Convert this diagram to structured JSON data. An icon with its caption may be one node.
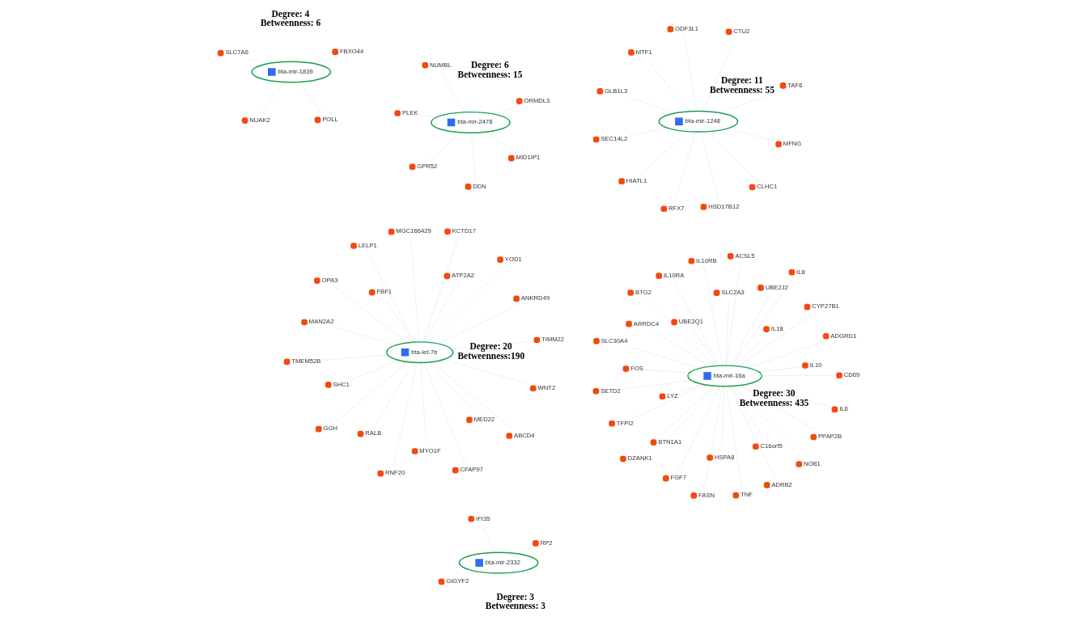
{
  "diagram": {
    "nodes": [
      {
        "text": [
          "bta-let-7b"
        ],
        "beside": [
          "Degree: 20",
          "Betweenness:190"
        ]
      },
      {
        "text": [
          "RNF20"
        ]
      },
      {
        "text": [
          "MGC166429"
        ]
      },
      {
        "text": [
          "ANKRD49"
        ]
      },
      {
        "text": [
          "FBF1"
        ]
      },
      {
        "text": [
          "GGH"
        ]
      },
      {
        "text": [
          "WNT2"
        ]
      },
      {
        "text": [
          "RALB"
        ]
      },
      {
        "text": [
          "CFAP97"
        ]
      },
      {
        "text": [
          "MYO1F"
        ]
      },
      {
        "text": [
          "TMEM52B"
        ]
      },
      {
        "text": [
          "TIMM22"
        ]
      },
      {
        "text": [
          "YOD1"
        ]
      },
      {
        "text": [
          "KCTD17"
        ]
      },
      {
        "text": [
          "MED22"
        ]
      },
      {
        "text": [
          "ABCD4"
        ]
      },
      {
        "text": [
          "OPA3"
        ]
      },
      {
        "text": [
          "MAN2A2"
        ]
      },
      {
        "text": [
          "LELP1"
        ]
      },
      {
        "text": [
          "ATP2A2"
        ]
      },
      {
        "text": [
          "SHC1"
        ]
      },
      {
        "text": [
          "bta-mir-16a"
        ],
        "beside": [
          "Degree: 30",
          "Betweenness: 435"
        ]
      },
      {
        "text": [
          "FASN"
        ]
      },
      {
        "text": [
          "IL10RA"
        ]
      },
      {
        "text": [
          "IL10"
        ]
      },
      {
        "text": [
          "FOS"
        ]
      },
      {
        "text": [
          "DZANK1"
        ]
      },
      {
        "text": [
          "PPAP2B"
        ]
      },
      {
        "text": [
          "FGF7"
        ]
      },
      {
        "text": [
          "ADRB2"
        ]
      },
      {
        "text": [
          "HSPA8"
        ]
      },
      {
        "text": [
          "SETD2"
        ]
      },
      {
        "text": [
          "CD69"
        ]
      },
      {
        "text": [
          "ADGRD1"
        ]
      },
      {
        "text": [
          "ACSL5"
        ]
      },
      {
        "text": [
          "C16orf5"
        ]
      },
      {
        "text": [
          "NOB1"
        ]
      },
      {
        "text": [
          "BTG2"
        ]
      },
      {
        "text": [
          "SLC30A4"
        ]
      },
      {
        "text": [
          "ARRDC4"
        ]
      },
      {
        "text": [
          "LYZ"
        ]
      },
      {
        "text": [
          "TFPI2"
        ]
      },
      {
        "text": [
          "UBE2J2"
        ]
      },
      {
        "text": [
          "IL8"
        ]
      },
      {
        "text": [
          "IL10RB"
        ]
      },
      {
        "text": [
          "TNF"
        ]
      },
      {
        "text": [
          "CYP27B1"
        ]
      },
      {
        "text": [
          "UBE2Q1"
        ]
      },
      {
        "text": [
          "BTN1A1"
        ]
      },
      {
        "text": [
          "IL6"
        ]
      },
      {
        "text": [
          "SLC2A3"
        ]
      },
      {
        "text": [
          "IL18"
        ]
      },
      {
        "text": [
          "bta-mir-1248"
        ],
        "beside": [
          "Degree: 11",
          "Betweenness: 55"
        ]
      },
      {
        "text": [
          "RFX7"
        ]
      },
      {
        "text": [
          "ODF3L1"
        ]
      },
      {
        "text": [
          "CTU2"
        ]
      },
      {
        "text": [
          "MTF1"
        ]
      },
      {
        "text": [
          "SEC14L2"
        ]
      },
      {
        "text": [
          "MFNG"
        ]
      },
      {
        "text": [
          "HIATL1"
        ]
      },
      {
        "text": [
          "CLHC1"
        ]
      },
      {
        "text": [
          "HSD17B12"
        ]
      },
      {
        "text": [
          "GLB1L3"
        ]
      },
      {
        "text": [
          "TAF6"
        ]
      },
      {
        "text": [
          "PLEK"
        ]
      },
      {
        "text": [
          "ORMDL3"
        ]
      },
      {
        "text": [
          "DDN"
        ]
      },
      {
        "text": [
          "bta-mir-2478"
        ],
        "beside": [
          "Degree: 6",
          "Betweenness: 15"
        ]
      },
      {
        "text": [
          "NUMBL"
        ]
      },
      {
        "text": [
          "GPR52"
        ]
      },
      {
        "text": [
          "MID1IP1"
        ]
      },
      {
        "text": [
          "GIGYF2"
        ]
      },
      {
        "text": [
          "bta-mir-2332"
        ],
        "beside": [
          "Degree: 3",
          "Betweenness: 3"
        ]
      },
      {
        "text": [
          "IFI35"
        ]
      },
      {
        "text": [
          "RP2"
        ]
      },
      {
        "text": [
          "NUAK2"
        ]
      },
      {
        "text": [
          "POLL"
        ]
      },
      {
        "text": [
          "bta-mir-1839"
        ],
        "beside": [
          "Degree: 4",
          "Betweenness: 6"
        ]
      },
      {
        "text": [
          "FBXO44"
        ]
      },
      {
        "text": [
          "SLC7A6"
        ]
      }
    ],
    "edges": [
      {
        "from": 0,
        "to": 1,
        "arrow": "none"
      },
      {
        "from": 0,
        "to": 2,
        "arrow": "none"
      },
      {
        "from": 0,
        "to": 3,
        "arrow": "none"
      },
      {
        "from": 0,
        "to": 4,
        "arrow": "none"
      },
      {
        "from": 0,
        "to": 5,
        "arrow": "none"
      },
      {
        "from": 0,
        "to": 6,
        "arrow": "none"
      },
      {
        "from": 0,
        "to": 7,
        "arrow": "none"
      },
      {
        "from": 0,
        "to": 8,
        "arrow": "none"
      },
      {
        "from": 0,
        "to": 9,
        "arrow": "none"
      },
      {
        "from": 0,
        "to": 10,
        "arrow": "none"
      },
      {
        "from": 0,
        "to": 11,
        "arrow": "none"
      },
      {
        "from": 0,
        "to": 12,
        "arrow": "none"
      },
      {
        "from": 0,
        "to": 13,
        "arrow": "none"
      },
      {
        "from": 0,
        "to": 14,
        "arrow": "none"
      },
      {
        "from": 0,
        "to": 15,
        "arrow": "none"
      },
      {
        "from": 0,
        "to": 16,
        "arrow": "none"
      },
      {
        "from": 0,
        "to": 17,
        "arrow": "none"
      },
      {
        "from": 0,
        "to": 18,
        "arrow": "none"
      },
      {
        "from": 0,
        "to": 19,
        "arrow": "none"
      },
      {
        "from": 0,
        "to": 20,
        "arrow": "none"
      },
      {
        "from": 21,
        "to": 22,
        "arrow": "none"
      },
      {
        "from": 21,
        "to": 23,
        "arrow": "none"
      },
      {
        "from": 21,
        "to": 24,
        "arrow": "none"
      },
      {
        "from": 21,
        "to": 25,
        "arrow": "none"
      },
      {
        "from": 21,
        "to": 26,
        "arrow": "none"
      },
      {
        "from": 21,
        "to": 27,
        "arrow": "none"
      },
      {
        "from": 21,
        "to": 28,
        "arrow": "none"
      },
      {
        "from": 21,
        "to": 29,
        "arrow": "none"
      },
      {
        "from": 21,
        "to": 30,
        "arrow": "none"
      },
      {
        "from": 21,
        "to": 31,
        "arrow": "none"
      },
      {
        "from": 21,
        "to": 32,
        "arrow": "none"
      },
      {
        "from": 21,
        "to": 33,
        "arrow": "none"
      },
      {
        "from": 21,
        "to": 34,
        "arrow": "none"
      },
      {
        "from": 21,
        "to": 35,
        "arrow": "none"
      },
      {
        "from": 21,
        "to": 36,
        "arrow": "none"
      },
      {
        "from": 21,
        "to": 37,
        "arrow": "none"
      },
      {
        "from": 21,
        "to": 38,
        "arrow": "none"
      },
      {
        "from": 21,
        "to": 39,
        "arrow": "none"
      },
      {
        "from": 21,
        "to": 40,
        "arrow": "none"
      },
      {
        "from": 21,
        "to": 41,
        "arrow": "none"
      },
      {
        "from": 21,
        "to": 42,
        "arrow": "none"
      },
      {
        "from": 21,
        "to": 43,
        "arrow": "none"
      },
      {
        "from": 21,
        "to": 44,
        "arrow": "none"
      },
      {
        "from": 21,
        "to": 45,
        "arrow": "none"
      },
      {
        "from": 21,
        "to": 46,
        "arrow": "none"
      },
      {
        "from": 21,
        "to": 47,
        "arrow": "none"
      },
      {
        "from": 21,
        "to": 48,
        "arrow": "none"
      },
      {
        "from": 21,
        "to": 49,
        "arrow": "none"
      },
      {
        "from": 21,
        "to": 50,
        "arrow": "none"
      },
      {
        "from": 21,
        "to": 51,
        "arrow": "none"
      },
      {
        "from": 52,
        "to": 53,
        "arrow": "none"
      },
      {
        "from": 52,
        "to": 54,
        "arrow": "none"
      },
      {
        "from": 52,
        "to": 55,
        "arrow": "none"
      },
      {
        "from": 52,
        "to": 56,
        "arrow": "none"
      },
      {
        "from": 52,
        "to": 57,
        "arrow": "none"
      },
      {
        "from": 52,
        "to": 58,
        "arrow": "none"
      },
      {
        "from": 52,
        "to": 59,
        "arrow": "none"
      },
      {
        "from": 52,
        "to": 60,
        "arrow": "none"
      },
      {
        "from": 52,
        "to": 61,
        "arrow": "none"
      },
      {
        "from": 52,
        "to": 62,
        "arrow": "none"
      },
      {
        "from": 52,
        "to": 63,
        "arrow": "none"
      },
      {
        "from": 67,
        "to": 64,
        "arrow": "none"
      },
      {
        "from": 67,
        "to": 65,
        "arrow": "none"
      },
      {
        "from": 67,
        "to": 66,
        "arrow": "none"
      },
      {
        "from": 67,
        "to": 68,
        "arrow": "none"
      },
      {
        "from": 67,
        "to": 69,
        "arrow": "none"
      },
      {
        "from": 67,
        "to": 70,
        "arrow": "none"
      },
      {
        "from": 72,
        "to": 71,
        "arrow": "none"
      },
      {
        "from": 72,
        "to": 73,
        "arrow": "none"
      },
      {
        "from": 72,
        "to": 74,
        "arrow": "none"
      },
      {
        "from": 77,
        "to": 75,
        "arrow": "none"
      },
      {
        "from": 77,
        "to": 76,
        "arrow": "none"
      },
      {
        "from": 77,
        "to": 78,
        "arrow": "none"
      },
      {
        "from": 77,
        "to": 79,
        "arrow": "none"
      }
    ]
  }
}
